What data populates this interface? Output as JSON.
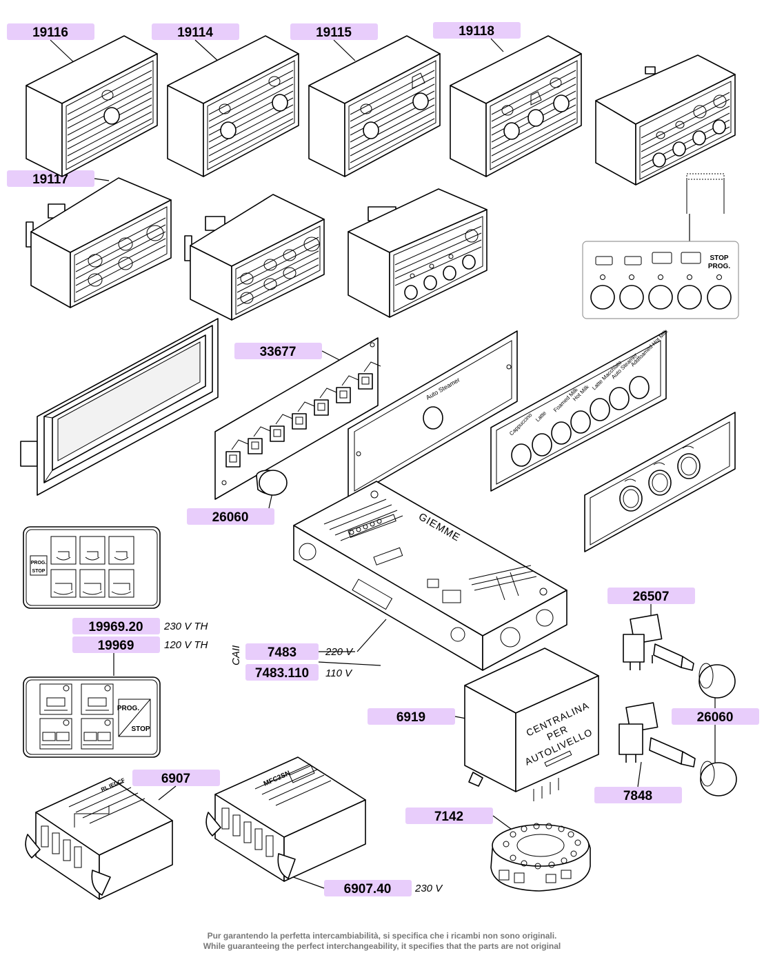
{
  "part_labels": [
    {
      "id": "19116"
    },
    {
      "id": "19114"
    },
    {
      "id": "19115"
    },
    {
      "id": "19118"
    },
    {
      "id": "19117"
    },
    {
      "id": "33677"
    },
    {
      "id": "26060"
    },
    {
      "id": "26507"
    },
    {
      "id": "19969.20"
    },
    {
      "id": "19969"
    },
    {
      "id": "7483"
    },
    {
      "id": "7483.110"
    },
    {
      "id": "6919"
    },
    {
      "id": "26060"
    },
    {
      "id": "7848"
    },
    {
      "id": "6907"
    },
    {
      "id": "7142"
    },
    {
      "id": "6907.40"
    }
  ],
  "voltage_notes": {
    "n_19969_20": "230 V TH",
    "n_19969": "120 V TH",
    "n_7483": "220 V",
    "n_7483_110": "110 V",
    "n_6907_40": "230 V"
  },
  "bracket_label": "CAII",
  "panel_texts": {
    "single_button": "Auto Steamer",
    "seven_button": [
      "Cappuccino",
      "Latte",
      "Foamed Milk",
      "Hot Milk",
      "Latte Macchiato",
      "Auto Steamer",
      "Addfoamed Hot Milk"
    ],
    "stop_prog": [
      "STOP",
      "PROG."
    ],
    "prog_stop_small": [
      "PROG.",
      "STOP"
    ],
    "brand": "GIEMME"
  },
  "box_6919_text": [
    "CENTRALINA",
    "PER",
    "AUTOLIVELLO"
  ],
  "module_texts": {
    "m1": "RL IEDCF",
    "m2": "MFC2SN"
  },
  "footer": {
    "line_it": "Pur garantendo la perfetta intercambiabilità, si specifica che i ricambi non sono originali.",
    "line_en": "While guaranteeing the perfect interchangeability, it specifies that the parts are not original"
  },
  "colors": {
    "label_bg": "#e8cdfb",
    "footer_text": "#777777"
  }
}
